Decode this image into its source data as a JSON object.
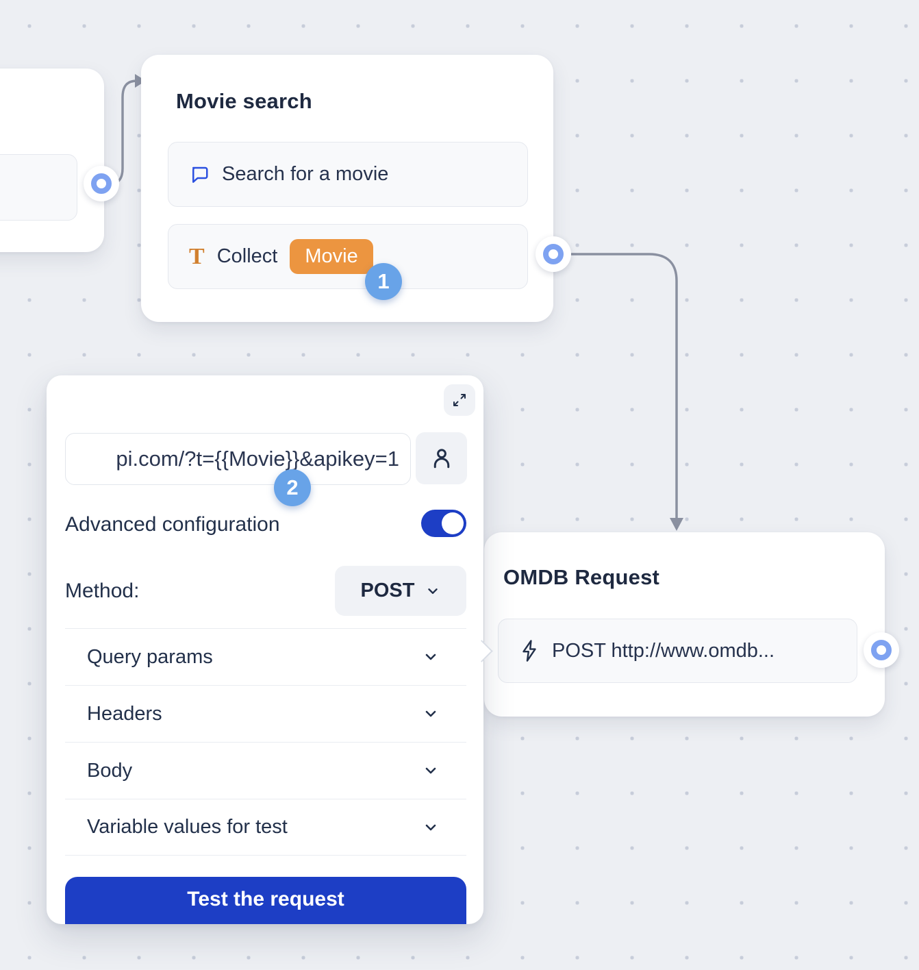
{
  "movie_card": {
    "title": "Movie search",
    "step_badge": "1",
    "items": [
      {
        "icon": "chat-bubble-icon",
        "label": "Search for a movie"
      },
      {
        "icon": "text-input-icon",
        "icon_glyph": "T",
        "label": "Collect",
        "variable_chip": "Movie"
      }
    ]
  },
  "request_panel": {
    "step_badge": "2",
    "url_value": "pi.com/?t={{Movie}}&apikey=1",
    "advanced_label": "Advanced configuration",
    "advanced_toggle_state": "on",
    "method_label": "Method:",
    "method_value": "POST",
    "sections": [
      {
        "label": "Query params"
      },
      {
        "label": "Headers"
      },
      {
        "label": "Body"
      },
      {
        "label": "Variable values for test"
      }
    ],
    "test_button_label": "Test the request"
  },
  "omdb_card": {
    "title": "OMDB Request",
    "item": {
      "icon": "lightning-icon",
      "label": "POST http://www.omdb..."
    }
  },
  "colors": {
    "accent_blue": "#1d3ec5",
    "step_badge_blue": "#68a3e8",
    "connector_blue": "#7ea2f1",
    "chip_orange": "#ec9540",
    "line_gray": "#8a90a0",
    "canvas_bg": "#edeff3"
  }
}
